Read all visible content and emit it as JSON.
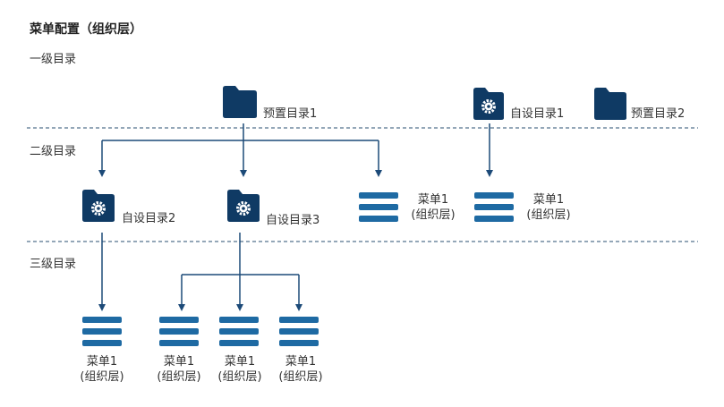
{
  "title": "菜单配置（组织层）",
  "levels": {
    "level1": "一级目录",
    "level2": "二级目录",
    "level3": "三级目录"
  },
  "nodes": {
    "preset1": "预置目录1",
    "preset2": "预置目录2",
    "custom1": "自设目录1",
    "custom2": "自设目录2",
    "custom3": "自设目录3"
  },
  "menu": {
    "name": "菜单1",
    "scope": "(组织层)"
  },
  "colors": {
    "folder_dark": "#0f3a64",
    "menu_bar": "#1e6aa3",
    "line": "#1c4a78",
    "divider": "#2a4f70"
  },
  "icons": [
    "folder-icon",
    "gear-folder-icon",
    "menu-icon"
  ]
}
